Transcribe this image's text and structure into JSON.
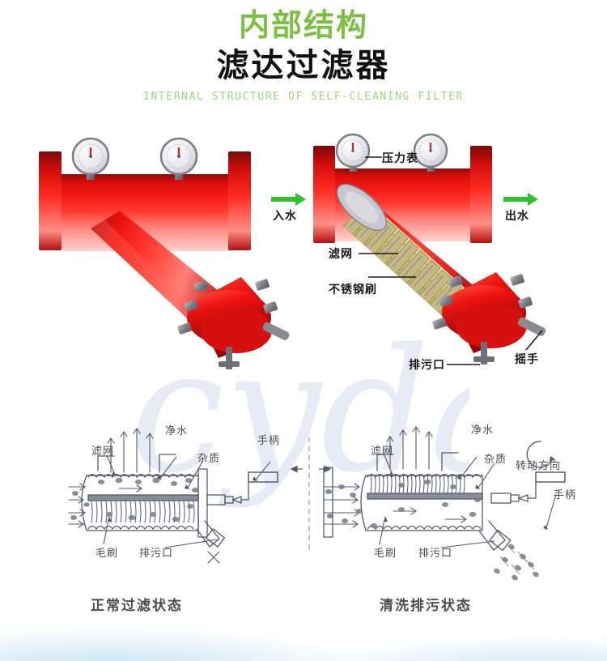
{
  "header": {
    "title_green": "内部结构",
    "title_black": "滤达过滤器",
    "subtitle_en": "INTERNAL STRUCTURE OF SELF-CLEANING FILTER",
    "green_color": "#7ac142",
    "subtitle_color": "#9fd67e"
  },
  "watermark": {
    "text": "cyda",
    "color": "#b9c6e4"
  },
  "colors": {
    "body_red": "#e8100f",
    "red_dark": "#8e0a0a",
    "red_light": "#ff9a96",
    "metal_gray": "#8a8a90",
    "mesh_khaki": "#d9d49a",
    "arrow_green": "#2fc22f",
    "line_ink": "#59596a"
  },
  "diagram_left": {
    "name": "closed-body-view",
    "gauges": 2
  },
  "diagram_right": {
    "name": "cutaway-view",
    "labels": {
      "gauge": "压力表",
      "inlet": "入水",
      "outlet": "出水",
      "screen": "滤网",
      "brush": "不锈钢刷",
      "drain": "排污口",
      "handle": "摇手"
    }
  },
  "diagram_bottom_left": {
    "caption": "正常过滤状态",
    "labels": {
      "screen": "滤网",
      "clean_water": "净水",
      "impurity": "杂质",
      "handle": "手柄",
      "brush": "毛刷",
      "drain": "排污口"
    }
  },
  "diagram_bottom_right": {
    "caption": "清洗排污状态",
    "labels": {
      "screen": "滤网",
      "clean_water": "净水",
      "impurity": "杂质",
      "rotation": "转动方向",
      "handle": "手柄",
      "brush": "毛刷",
      "drain": "排污口"
    }
  }
}
